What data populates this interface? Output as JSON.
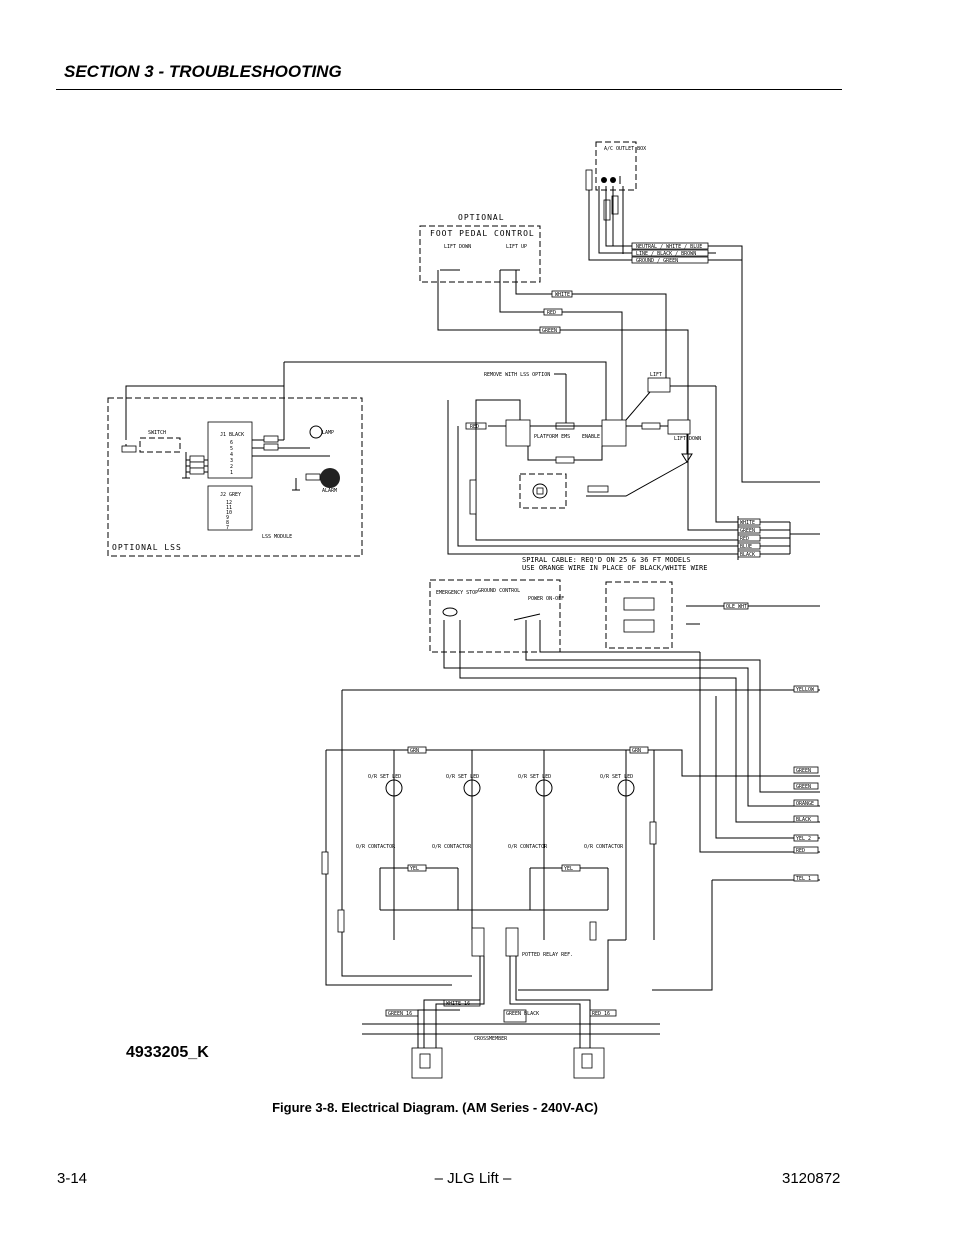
{
  "header": {
    "section": "SECTION 3 - TROUBLESHOOTING"
  },
  "diagram": {
    "drawing_number": "4933205_K",
    "labels": {
      "ac_outlet": "A/C OUTLET BOX",
      "optional_title": "OPTIONAL",
      "foot_pedal": "FOOT PEDAL CONTROL",
      "lift_down": "LIFT DOWN",
      "lift_up": "LIFT UP",
      "lift": "LIFT",
      "lift_down2": "LIFT DOWN",
      "white": "WHITE",
      "red": "RED",
      "green": "GREEN",
      "remove_lss": "REMOVE WITH LSS OPTION",
      "platform_ems": "PLATFORM EMS",
      "enable": "ENABLE",
      "switch": "SWITCH",
      "j1_black": "J1 BLACK",
      "j2_grey": "J2 GREY",
      "lamp": "LAMP",
      "alarm": "ALARM",
      "lss_module": "LSS MODULE",
      "optional_lss": "OPTIONAL LSS",
      "neutral_white_blue": "NEUTRAL / WHITE / BLUE",
      "line_black_brown": "LINE / BLACK / BROWN",
      "ground_green": "GROUND / GREEN",
      "spiral_cable_1": "SPIRAL CABLE: REQ'D ON 25 & 36 FT MODELS",
      "spiral_cable_2": "USE ORANGE WIRE IN PLACE OF BLACK/WHITE WIRE",
      "ground_control": "GROUND CONTROL",
      "emergency_stop": "EMERGENCY STOP",
      "power_on_off": "POWER ON-OFF",
      "ole_wht": "OLE WHT",
      "yellow": "YELLOW",
      "grn": "GRN",
      "o_r_set_led": "O/R SET LED",
      "o_r_contactor": "O/R CONTACTOR",
      "yel": "YEL",
      "potted_relay": "POTTED RELAY REF.",
      "green_r": "GREEN",
      "orange": "ORANGE",
      "black": "BLACK",
      "yel2": "YEL 2",
      "red_r": "RED",
      "tel1": "TEL 1",
      "white_16": "WHITE 16",
      "green_16": "GREEN 16",
      "red_16": "RED 16",
      "green_black": "GREEN BLACK",
      "crossmember": "CROSSMEMBER"
    },
    "right_wires": [
      "WHITE",
      "GREEN",
      "RED",
      "BLUE",
      "BLACK",
      "ORANGE"
    ],
    "j1_pins": [
      "6",
      "5",
      "4",
      "3",
      "2",
      "1"
    ],
    "j2_pins": [
      "12",
      "11",
      "10",
      "9",
      "8",
      "7"
    ]
  },
  "figure_caption": "Figure 3-8.  Electrical Diagram. (AM Series - 240V-AC)",
  "footer": {
    "page": "3-14",
    "center": "– JLG Lift –",
    "doc": "3120872"
  }
}
